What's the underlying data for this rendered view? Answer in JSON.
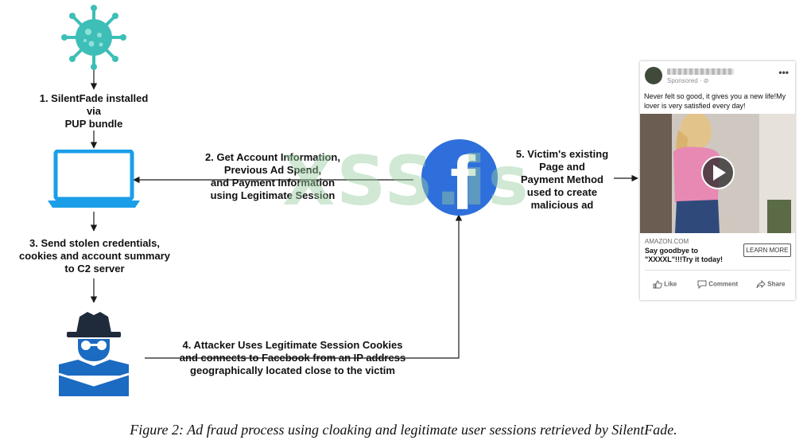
{
  "steps": {
    "step1": [
      "1. SilentFade installed",
      "via",
      "PUP bundle"
    ],
    "step2": [
      "2. Get Account Information,",
      "Previous Ad Spend,",
      "and Payment Information",
      "using Legitimate Session"
    ],
    "step3": [
      "3. Send stolen credentials,",
      "cookies and account summary",
      "to C2 server"
    ],
    "step4": [
      "4. Attacker Uses Legitimate Session Cookies",
      "and connects to Facebook from an IP address",
      "geographically located close to the victim"
    ],
    "step5": [
      "5. Victim's existing",
      "Page and",
      "Payment Method",
      "used to create",
      "malicious ad"
    ]
  },
  "facebook_logo_letter": "f",
  "watermark": "XSS.is",
  "ad": {
    "sponsored": "Sponsored · ⊘",
    "menu": "•••",
    "body_text": "Never felt so good, it gives you a new life!My lover is very satisfied every day!",
    "domain": "AMAZON.COM",
    "headline_lines": [
      "Say goodbye to",
      "\"XXXXL\"!!!Try it today!"
    ],
    "cta": "LEARN MORE",
    "actions": [
      "Like",
      "Comment",
      "Share"
    ]
  },
  "caption": "Figure 2: Ad fraud process using cloaking and legitimate user sessions retrieved by SilentFade.",
  "colors": {
    "virus": "#3dbfb7",
    "laptop": "#1b9ee8",
    "facebook": "#2e6fdb",
    "attacker": "#1a6bc1",
    "attacker_dark": "#1f2a3a",
    "watermark": "#96cda0",
    "arrow": "#1a1a1a"
  }
}
